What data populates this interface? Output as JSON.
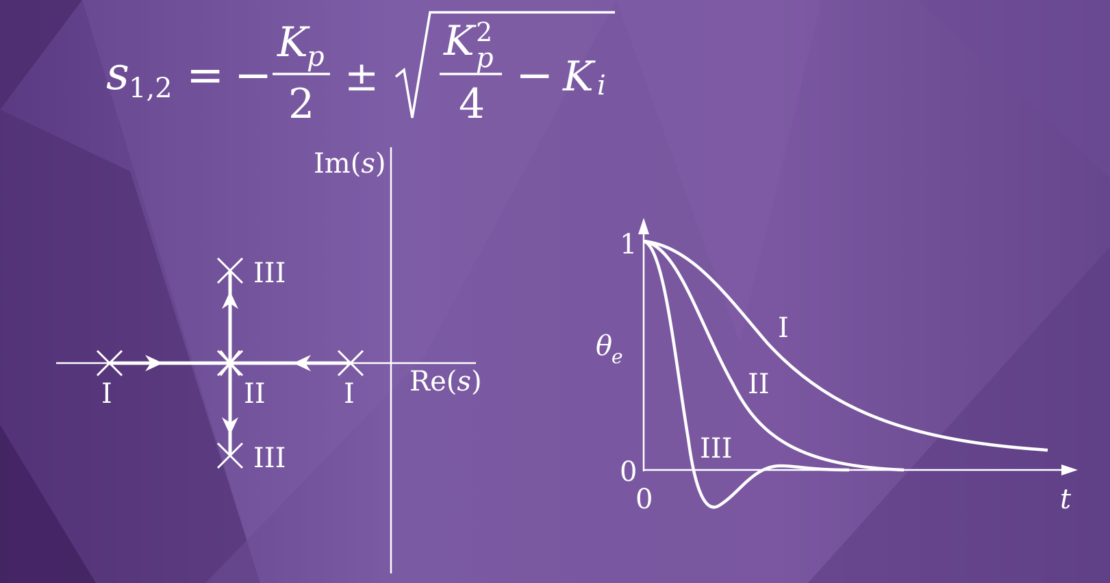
{
  "formula": {
    "lhs_base": "s",
    "lhs_sub": "1,2",
    "equals": "=",
    "minus": "−",
    "frac1_num_base": "K",
    "frac1_num_sub": "p",
    "frac1_den": "2",
    "plus_minus": "±",
    "frac2_num_base": "K",
    "frac2_num_sub": "p",
    "frac2_num_sup": "2",
    "frac2_den": "4",
    "minus2": "−",
    "ki_base": "K",
    "ki_sub": "i"
  },
  "root_locus": {
    "im_label": "Im(",
    "im_var": "s",
    "im_close": ")",
    "re_label": "Re(",
    "re_var": "s",
    "re_close": ")",
    "label_I_left": "I",
    "label_I_right": "I",
    "label_II": "II",
    "label_III_top": "III",
    "label_III_bottom": "III"
  },
  "response_plot": {
    "y_label_base": "θ",
    "y_label_sub": "e",
    "y_tick_1": "1",
    "y_tick_0": "0",
    "x_tick_0": "0",
    "x_label": "t",
    "curve_label_I": "I",
    "curve_label_II": "II",
    "curve_label_III": "III"
  },
  "colors": {
    "background_base": "#6e4f98",
    "background_dark": "#4a2a6a",
    "background_light": "#8a6aaa",
    "foreground": "#ffffff"
  }
}
